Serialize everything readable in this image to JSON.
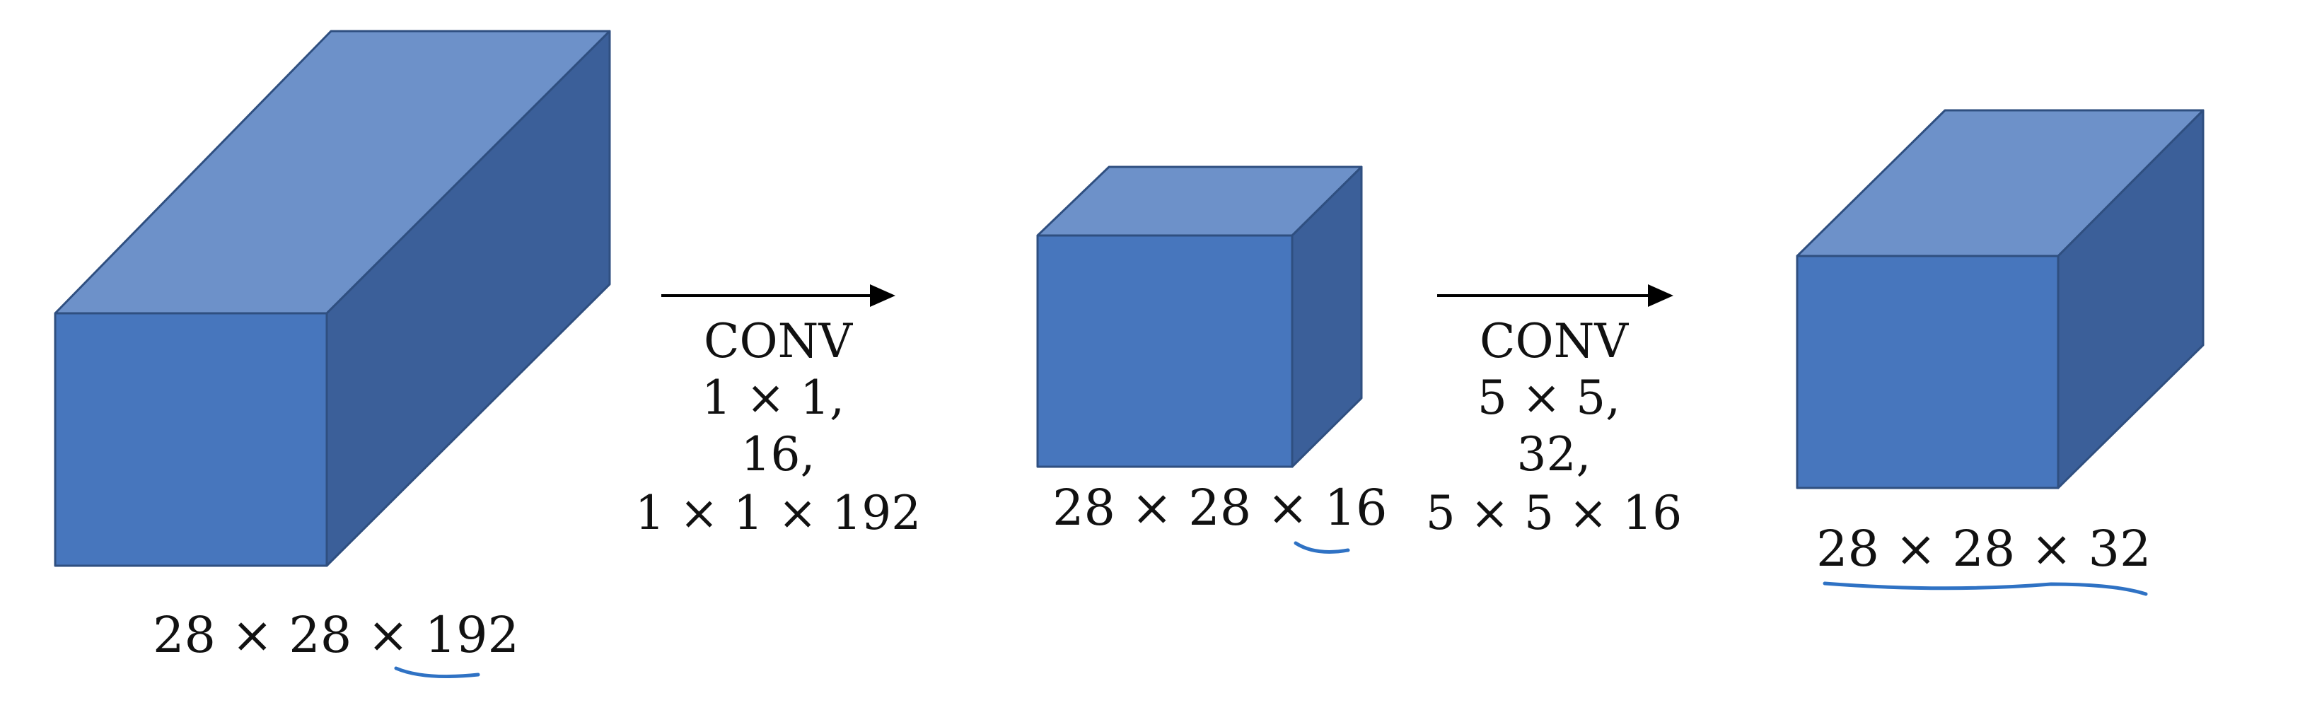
{
  "colors": {
    "front_face": "#4776bd",
    "top_face": "#6d91c9",
    "side_face": "#3b5f99",
    "edge": "#2f4f80",
    "arrow": "#000000",
    "annotation": "#2f72c4",
    "text": "#111111"
  },
  "volumes": [
    {
      "label_pre": "28 × 28 × ",
      "label_hi": "192"
    },
    {
      "label_pre": "28 × 28 × ",
      "label_hi": "16"
    },
    {
      "label_pre": "",
      "label_hi": "28 × 28 × 32"
    }
  ],
  "operations": [
    {
      "name": "CONV",
      "filter": "1 × 1,",
      "count": "16,",
      "shape": "1 × 1 × 192"
    },
    {
      "name": "CONV",
      "filter": "5 × 5,",
      "count": "32,",
      "shape": "5 × 5 × 16"
    }
  ]
}
